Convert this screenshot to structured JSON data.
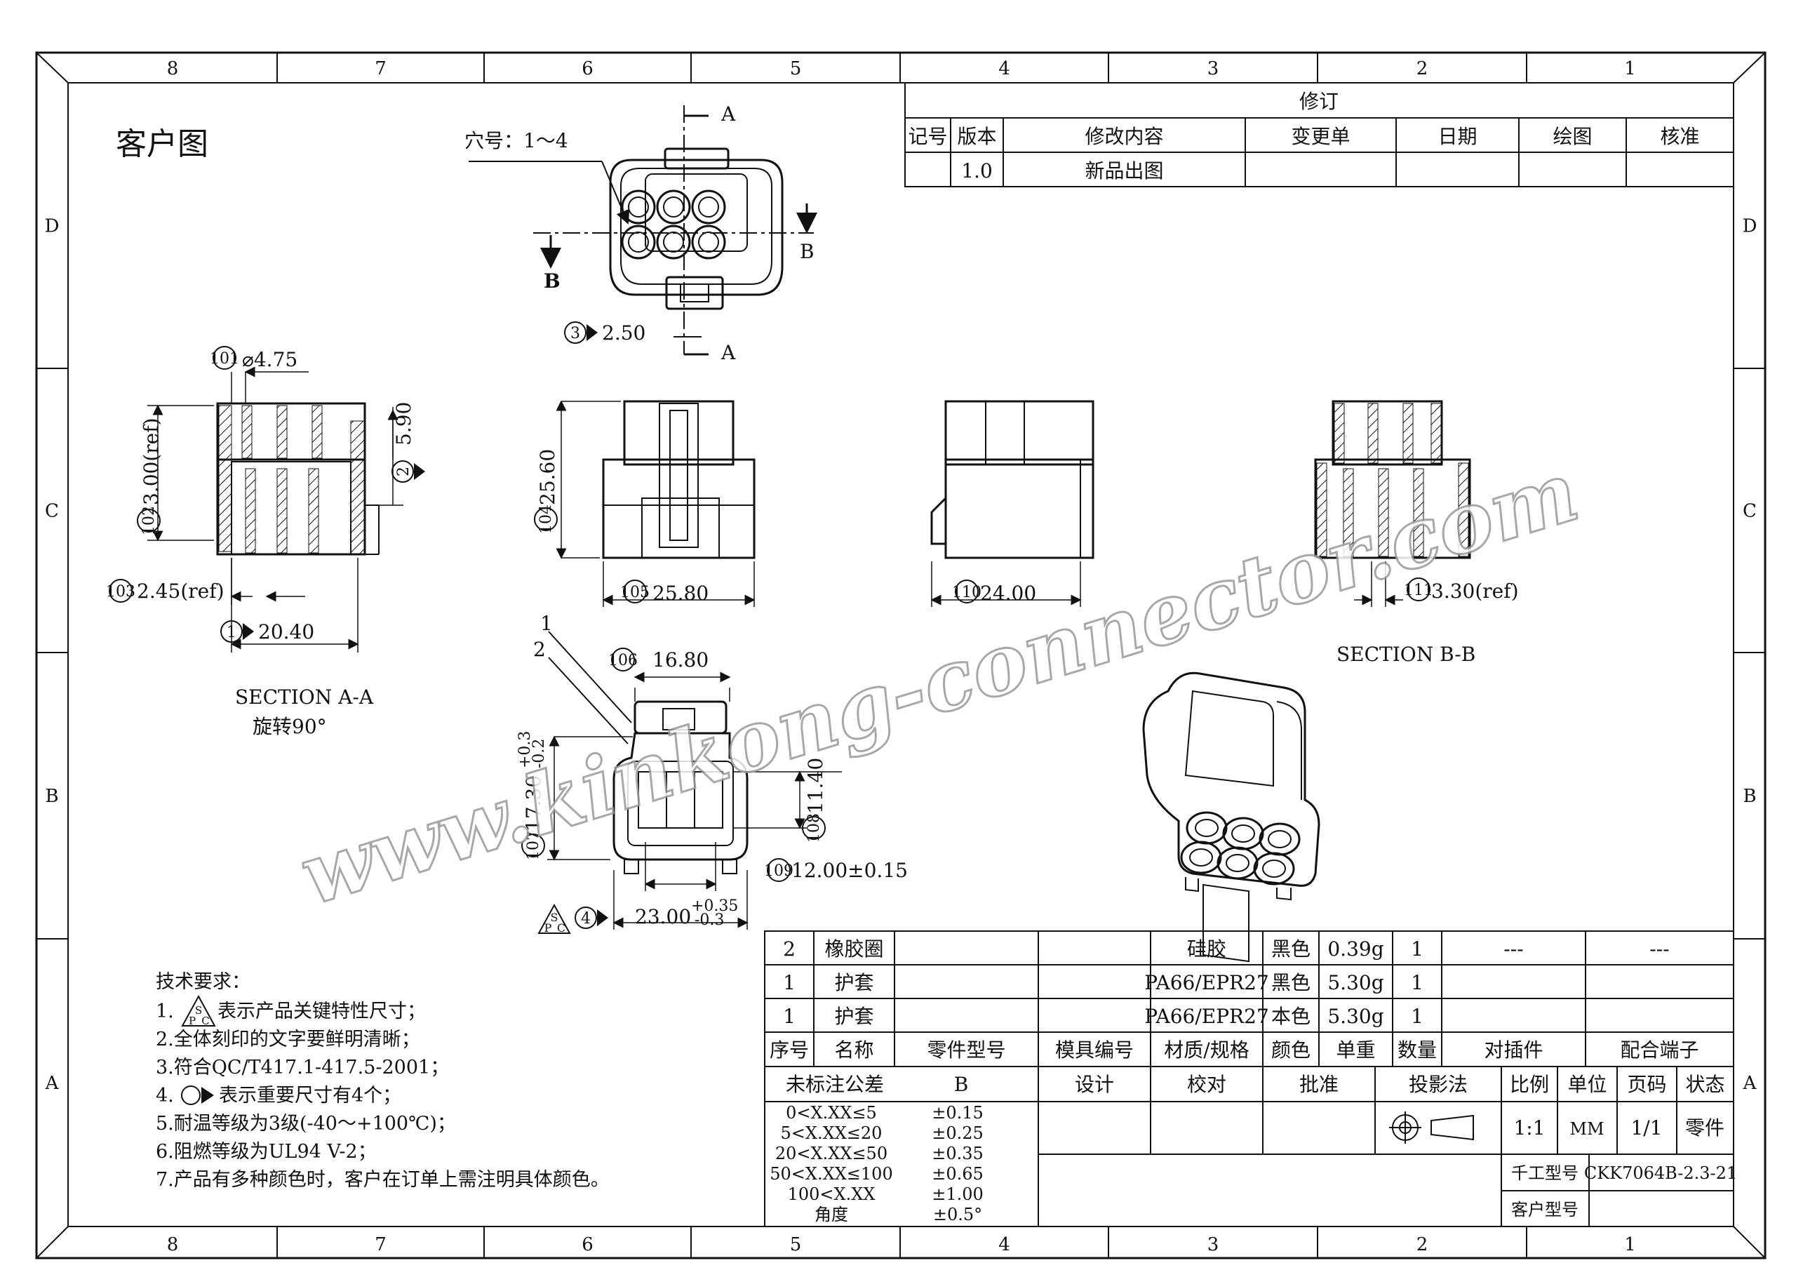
{
  "frame": {
    "columns": [
      "8",
      "7",
      "6",
      "5",
      "4",
      "3",
      "2",
      "1"
    ],
    "rows": [
      "D",
      "C",
      "B",
      "A"
    ]
  },
  "title": "客户图",
  "hole_label": "穴号：1～4",
  "section_labels": {
    "a_mark": "A",
    "b_mark": "B",
    "section_aa": "SECTION A-A",
    "rotate": "旋转90°",
    "section_bb": "SECTION B-B"
  },
  "dimensions": {
    "d101": "⌀4.75",
    "d102": "3.00(ref)",
    "d103": "2.45(ref)",
    "d1": "20.40",
    "d2": "5.90",
    "d3": "2.50",
    "d104": "25.60",
    "d105": "25.80",
    "d110": "24.00",
    "d111": "3.30(ref)",
    "d106": "16.80",
    "d107": "17.30",
    "d107_tol_up": "+0.3",
    "d107_tol_dn": "-0.2",
    "d108": "11.40",
    "d109": "12.00±0.15",
    "d4": "23.00",
    "d4_tol_up": "+0.35",
    "d4_tol_dn": "-0.3"
  },
  "balloons": {
    "b101": "101",
    "b102": "102",
    "b103": "103",
    "b104": "104",
    "b105": "105",
    "b106": "106",
    "b107": "107",
    "b108": "108",
    "b109": "109",
    "b110": "110",
    "b111": "111",
    "n1": "1",
    "n2": "2",
    "n3": "3",
    "n4": "4",
    "spc_top": "S",
    "spc_bl": "P",
    "spc_br": "C",
    "leader1": "1",
    "leader2": "2"
  },
  "revision": {
    "title": "修订",
    "headers": [
      "记号",
      "版本",
      "修改内容",
      "变更单",
      "日期",
      "绘图",
      "核准"
    ],
    "rows": [
      [
        "",
        "1.0",
        "新品出图",
        "",
        "",
        "",
        ""
      ]
    ]
  },
  "tech_req": {
    "title": "技术要求：",
    "items": [
      "1.",
      "表示产品关键特性尺寸；",
      "2.全体刻印的文字要鲜明清晰；",
      "3.符合QC/T417.1-417.5-2001；",
      "4.",
      "表示重要尺寸有4个；",
      "5.耐温等级为3级(-40～+100℃)；",
      "6.阻燃等级为UL94 V-2；",
      "7.产品有多种颜色时，客户在订单上需注明具体颜色。"
    ]
  },
  "bom": {
    "rows": [
      [
        "2",
        "橡胶圈",
        "",
        "",
        "硅胶",
        "黑色",
        "0.39g",
        "1",
        "---",
        "---"
      ],
      [
        "1",
        "护套",
        "",
        "",
        "PA66/EPR27",
        "黑色",
        "5.30g",
        "1",
        "",
        ""
      ],
      [
        "1",
        "护套",
        "",
        "",
        "PA66/EPR27",
        "本色",
        "5.30g",
        "1",
        "",
        ""
      ]
    ],
    "headers": [
      "序号",
      "名称",
      "零件型号",
      "模具编号",
      "材质/规格",
      "颜色",
      "单重",
      "数量",
      "对插件",
      "配合端子"
    ]
  },
  "title_block": {
    "tol_label": "未标注公差",
    "tol_grade": "B",
    "tolerances": [
      [
        "0<X.XX≤5",
        "±0.15"
      ],
      [
        "5<X.XX≤20",
        "±0.25"
      ],
      [
        "20<X.XX≤50",
        "±0.35"
      ],
      [
        "50<X.XX≤100",
        "±0.65"
      ],
      [
        "100<X.XX",
        "±1.00"
      ],
      [
        "角度",
        "±0.5°"
      ]
    ],
    "headers": [
      "设计",
      "校对",
      "批准",
      "投影法",
      "比例",
      "单位",
      "页码",
      "状态"
    ],
    "scale": "1:1",
    "unit": "MM",
    "page": "1/1",
    "state": "零件",
    "part_label": "千工型号",
    "part_no": "CKK7064B-2.3-21",
    "customer_label": "客户型号",
    "customer_no": ""
  },
  "watermark": "www.kinkong-connector.com"
}
